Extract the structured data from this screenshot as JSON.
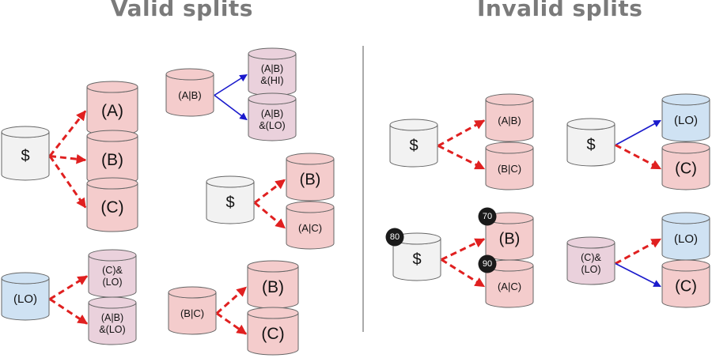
{
  "headings": {
    "valid": "Valid splits",
    "invalid": "Invalid splits"
  },
  "colors": {
    "gray": "#f2f2f2",
    "red": "#f4cccc",
    "blue": "#cfe2f3",
    "purple": "#ead1dc",
    "stroke": "#666666",
    "red_arrow": "#e02020",
    "blue_arrow": "#1a1acc",
    "divider": "#555555",
    "badge": "#1a1a1a"
  },
  "nodes": {
    "v1_root": {
      "lines": [
        "$"
      ],
      "color": "gray"
    },
    "v1_a": {
      "lines": [
        "(A)"
      ],
      "color": "red"
    },
    "v1_b": {
      "lines": [
        "(B)"
      ],
      "color": "red"
    },
    "v1_c": {
      "lines": [
        "(C)"
      ],
      "color": "red"
    },
    "v2_root": {
      "lines": [
        "(A|B)"
      ],
      "color": "red"
    },
    "v2_hi": {
      "lines": [
        "(A|B)",
        "&(HI)"
      ],
      "color": "purple"
    },
    "v2_lo": {
      "lines": [
        "(A|B)",
        "&(LO)"
      ],
      "color": "purple"
    },
    "v3_root": {
      "lines": [
        "$"
      ],
      "color": "gray"
    },
    "v3_b": {
      "lines": [
        "(B)"
      ],
      "color": "red"
    },
    "v3_ac": {
      "lines": [
        "(A|C)"
      ],
      "color": "red"
    },
    "v4_root": {
      "lines": [
        "(LO)"
      ],
      "color": "blue"
    },
    "v4_clo": {
      "lines": [
        "(C)&",
        "(LO)"
      ],
      "color": "purple"
    },
    "v4_ablo": {
      "lines": [
        "(A|B)",
        "&(LO)"
      ],
      "color": "purple"
    },
    "v5_root": {
      "lines": [
        "(B|C)"
      ],
      "color": "red"
    },
    "v5_b": {
      "lines": [
        "(B)"
      ],
      "color": "red"
    },
    "v5_c": {
      "lines": [
        "(C)"
      ],
      "color": "red"
    },
    "i1_root": {
      "lines": [
        "$"
      ],
      "color": "gray"
    },
    "i1_ab": {
      "lines": [
        "(A|B)"
      ],
      "color": "red"
    },
    "i1_bc": {
      "lines": [
        "(B|C)"
      ],
      "color": "red"
    },
    "i2_root": {
      "lines": [
        "$"
      ],
      "color": "gray"
    },
    "i2_lo": {
      "lines": [
        "(LO)"
      ],
      "color": "blue"
    },
    "i2_c": {
      "lines": [
        "(C)"
      ],
      "color": "red"
    },
    "i3_root": {
      "lines": [
        "$"
      ],
      "color": "gray",
      "badge": "80"
    },
    "i3_b": {
      "lines": [
        "(B)"
      ],
      "color": "red",
      "badge": "70"
    },
    "i3_ac": {
      "lines": [
        "(A|C)"
      ],
      "color": "red",
      "badge": "90"
    },
    "i4_root": {
      "lines": [
        "(C)&",
        "(LO)"
      ],
      "color": "purple"
    },
    "i4_lo": {
      "lines": [
        "(LO)"
      ],
      "color": "blue"
    },
    "i4_c": {
      "lines": [
        "(C)"
      ],
      "color": "red"
    }
  },
  "edges": [
    {
      "from": "v1_root",
      "to": "v1_a",
      "style": "red-dashed"
    },
    {
      "from": "v1_root",
      "to": "v1_b",
      "style": "red-dashed"
    },
    {
      "from": "v1_root",
      "to": "v1_c",
      "style": "red-dashed"
    },
    {
      "from": "v2_root",
      "to": "v2_hi",
      "style": "blue-solid"
    },
    {
      "from": "v2_root",
      "to": "v2_lo",
      "style": "blue-solid"
    },
    {
      "from": "v3_root",
      "to": "v3_b",
      "style": "red-dashed"
    },
    {
      "from": "v3_root",
      "to": "v3_ac",
      "style": "red-dashed"
    },
    {
      "from": "v4_root",
      "to": "v4_clo",
      "style": "red-dashed"
    },
    {
      "from": "v4_root",
      "to": "v4_ablo",
      "style": "red-dashed"
    },
    {
      "from": "v5_root",
      "to": "v5_b",
      "style": "red-dashed"
    },
    {
      "from": "v5_root",
      "to": "v5_c",
      "style": "red-dashed"
    },
    {
      "from": "i1_root",
      "to": "i1_ab",
      "style": "red-dashed"
    },
    {
      "from": "i1_root",
      "to": "i1_bc",
      "style": "red-dashed"
    },
    {
      "from": "i2_root",
      "to": "i2_lo",
      "style": "blue-solid"
    },
    {
      "from": "i2_root",
      "to": "i2_c",
      "style": "red-dashed"
    },
    {
      "from": "i3_root",
      "to": "i3_b",
      "style": "red-dashed"
    },
    {
      "from": "i3_root",
      "to": "i3_ac",
      "style": "red-dashed"
    },
    {
      "from": "i4_root",
      "to": "i4_lo",
      "style": "red-dashed"
    },
    {
      "from": "i4_root",
      "to": "i4_c",
      "style": "blue-solid"
    }
  ]
}
